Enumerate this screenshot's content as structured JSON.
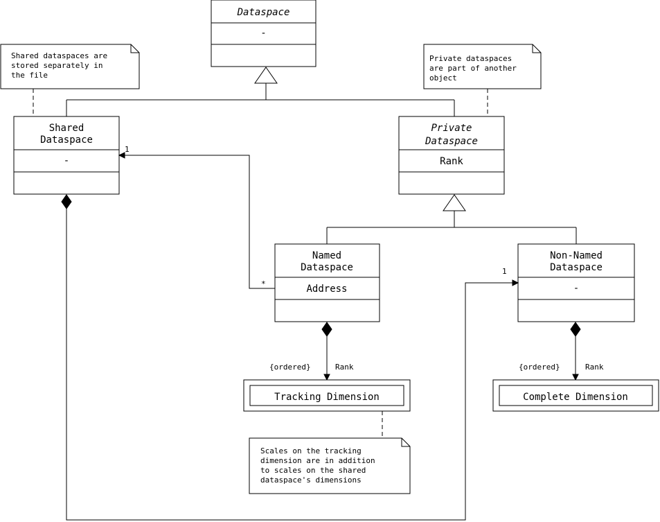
{
  "classes": {
    "dataspace": {
      "name": "Dataspace",
      "attribute": "-"
    },
    "shared": {
      "name_line1": "Shared",
      "name_line2": "Dataspace",
      "attribute": "-"
    },
    "private": {
      "name_line1": "Private",
      "name_line2": "Dataspace",
      "attribute": "Rank"
    },
    "named": {
      "name_line1": "Named",
      "name_line2": "Dataspace",
      "attribute": "Address"
    },
    "non_named": {
      "name_line1": "Non-Named",
      "name_line2": "Dataspace",
      "attribute": "-"
    },
    "tracking": {
      "name": "Tracking Dimension"
    },
    "complete": {
      "name": "Complete Dimension"
    }
  },
  "notes": {
    "shared": [
      "Shared dataspaces are",
      "stored separately in",
      "the file"
    ],
    "private": [
      "Private dataspaces",
      "are part of another",
      "object"
    ],
    "tracking": [
      "Scales on the tracking",
      "dimension are in addition",
      "to scales on the shared",
      "dataspace's dimensions"
    ]
  },
  "labels": {
    "shared_mult": "1",
    "named_mult": "*",
    "nonnamed_mult": "1",
    "named_ordered": "{ordered}",
    "named_rank": "Rank",
    "nonnamed_ordered": "{ordered}",
    "nonnamed_rank": "Rank"
  }
}
